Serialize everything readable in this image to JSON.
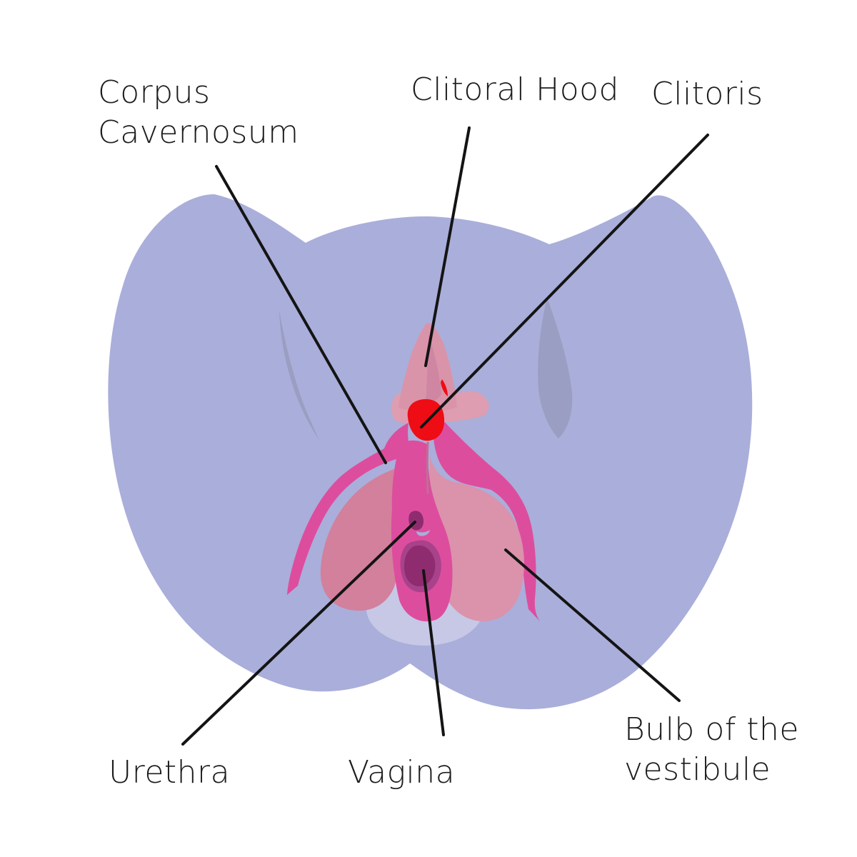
{
  "labels": {
    "corpus_cavernosum_line1": "Corpus",
    "corpus_cavernosum_line2": "Cavernosum",
    "clitoral_hood": "Clitoral Hood",
    "clitoris": "Clitoris",
    "urethra": "Urethra",
    "vagina": "Vagina",
    "bulb_of_vestibule_line1": "Bulb of the",
    "bulb_of_vestibule_line2": "vestibule"
  },
  "colors": {
    "background": "#ffffff",
    "body_skin": "#aaaeda",
    "skin_crease": "#9a9ec2",
    "skin_highlight": "#c6c8e6",
    "erectile_magenta": "#dd4d9e",
    "hood_pink": "#d994aa",
    "hood_collar_pink": "#de9db0",
    "hood_shade_pink": "#cf86a3",
    "bulb_left_pink": "#d2809c",
    "bulb_right_pink": "#db92ab",
    "glans_red": "#ee0d15",
    "opening_outer_purple": "#a8428b",
    "opening_inner_purple": "#8f2c70",
    "seam_pink": "#c06e96",
    "leader_line": "#141414",
    "label_text": "#1c1c1c"
  }
}
